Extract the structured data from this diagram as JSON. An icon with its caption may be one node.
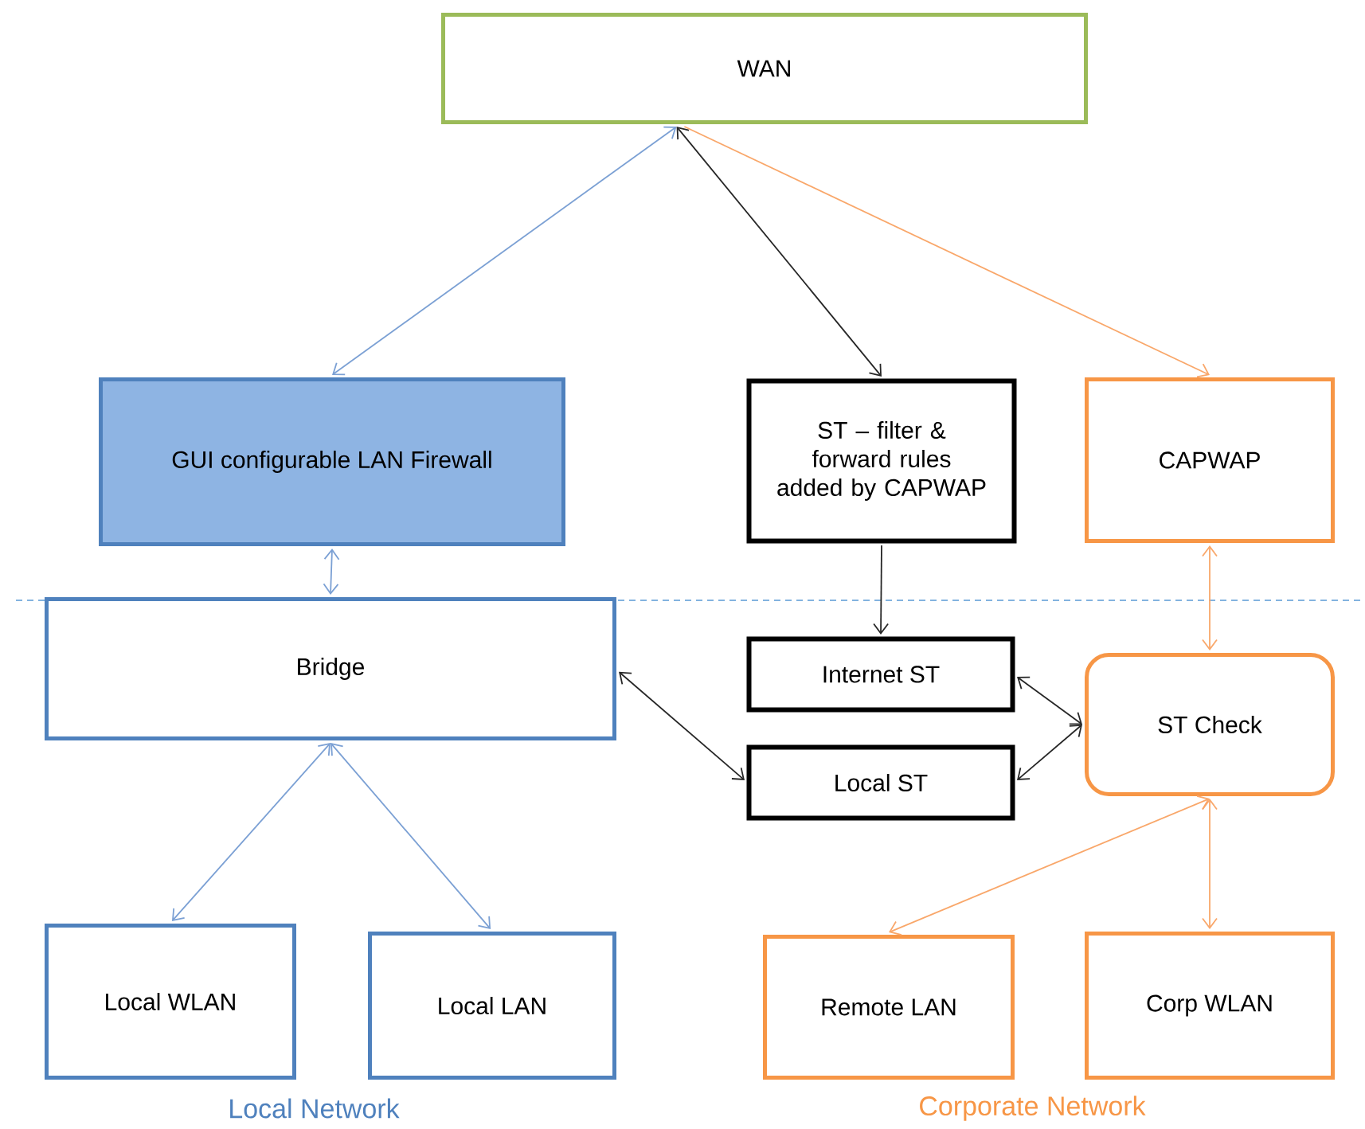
{
  "diagram": {
    "nodes": [
      {
        "text": [
          "WAN"
        ]
      },
      {
        "text": [
          "GUI configurable LAN Firewall"
        ]
      },
      {
        "text": [
          "ST – filter & forward rules added by CAPWAP"
        ]
      },
      {
        "text": [
          "CAPWAP"
        ]
      },
      {
        "text": [
          "Bridge"
        ]
      },
      {
        "text": [
          "Internet ST"
        ]
      },
      {
        "text": [
          "Local ST"
        ]
      },
      {
        "text": [
          "ST Check"
        ]
      },
      {
        "text": [
          "Local WLAN"
        ]
      },
      {
        "text": [
          "Local LAN"
        ]
      },
      {
        "text": [
          "Remote LAN"
        ]
      },
      {
        "text": [
          "Corp WLAN"
        ]
      }
    ],
    "edges": [
      {
        "from": 0,
        "to": 1,
        "arrow": "both",
        "color": "#7ba0d4"
      },
      {
        "from": 0,
        "to": 2,
        "arrow": "both",
        "color": "#262626"
      },
      {
        "from": 0,
        "to": 3,
        "arrow": "to",
        "color": "#f9a76a"
      },
      {
        "from": 1,
        "to": 4,
        "arrow": "both",
        "color": "#7ba0d4"
      },
      {
        "from": 2,
        "to": 5,
        "arrow": "to",
        "color": "#262626"
      },
      {
        "from": 3,
        "to": 7,
        "arrow": "both",
        "color": "#f9a76a"
      },
      {
        "from": 4,
        "to": 6,
        "arrow": "both",
        "color": "#262626"
      },
      {
        "from": 5,
        "to": 7,
        "arrow": "both",
        "color": "#262626"
      },
      {
        "from": 6,
        "to": 7,
        "arrow": "both",
        "color": "#262626"
      },
      {
        "from": 4,
        "to": 8,
        "arrow": "both",
        "color": "#7ba0d4"
      },
      {
        "from": 4,
        "to": 9,
        "arrow": "both",
        "color": "#7ba0d4"
      },
      {
        "from": 7,
        "to": 10,
        "arrow": "both",
        "color": "#f9a76a"
      },
      {
        "from": 7,
        "to": 11,
        "arrow": "both",
        "color": "#f9a76a"
      }
    ],
    "labels": [
      "Local Network",
      "Corporate Network"
    ]
  }
}
